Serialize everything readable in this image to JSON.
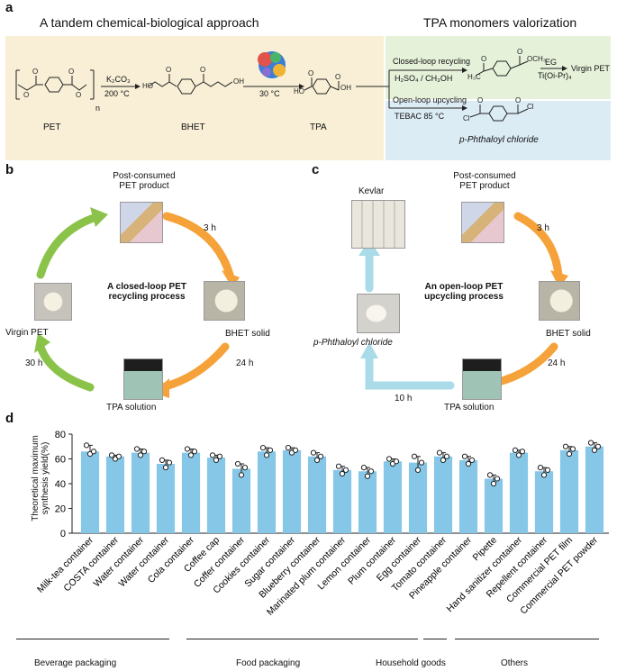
{
  "panel_a": {
    "letter": "a",
    "left_title": "A tandem chemical-biological approach",
    "right_title": "TPA monomers valorization",
    "labels": {
      "pet": "PET",
      "bhet": "BHET",
      "tpa": "TPA",
      "n": "n"
    },
    "step1": {
      "top": "K₂CO₃",
      "bottom": "200 °C"
    },
    "step2": {
      "bottom": "30 °C"
    },
    "closed": {
      "title": "Closed-loop recycling",
      "reagent": "H₂SO₄ / CH₃OH",
      "eg": "EG",
      "cat": "Ti(Oi-Pr)₄",
      "product": "Virgin PET"
    },
    "open": {
      "title": "Open-loop upcycling",
      "reagent": "TEBAC 85 °C",
      "product": "p-Phthaloyl chloride"
    },
    "colors": {
      "left_bg": "#f8efd6",
      "closed_bg": "#e6f1da",
      "open_bg": "#dcecf5"
    }
  },
  "panel_b": {
    "letter": "b",
    "top_label": "Post-consumed\nPET product",
    "center": "A closed-loop PET\nrecycling process",
    "bhet": "BHET solid",
    "tpa": "TPA solution",
    "virgin": "Virgin PET",
    "t1": "3 h",
    "t2": "24 h",
    "t3": "30 h"
  },
  "panel_c": {
    "letter": "c",
    "top_label": "Post-consumed\nPET product",
    "kevlar": "Kevlar",
    "center": "An open-loop PET\nupcycling process",
    "bhet": "BHET solid",
    "tpa": "TPA solution",
    "chloride": "p-Phthaloyl chloride",
    "t1": "3 h",
    "t2": "24 h",
    "t3": "10 h"
  },
  "panel_d": {
    "letter": "d",
    "groups": [
      "Beverage packaging",
      "Food packaging",
      "Household goods",
      "Others"
    ]
  },
  "chart_data": {
    "type": "bar",
    "ylabel": "Theoretical maximum\nsynthesis yield(%)",
    "ylim": [
      0,
      80
    ],
    "yticks": [
      0,
      20,
      40,
      60,
      80
    ],
    "categories": [
      "Milk-tea container",
      "COSTA container",
      "Water container",
      "Water container",
      "Cola container",
      "Coffee cap",
      "Coffer container",
      "Cookies container",
      "Sugar container",
      "Blueberry container",
      "Marinated plum container",
      "Lemon container",
      "Plum container",
      "Egg container",
      "Tomato container",
      "Pineapple container",
      "Pipette",
      "Hand sanitizer container",
      "Repellent container",
      "Commercial PET film",
      "Commercial PET powder"
    ],
    "values": [
      66,
      62,
      65,
      56,
      65,
      61,
      52,
      66,
      67,
      62,
      51,
      50,
      58,
      57,
      62,
      59,
      44,
      65,
      50,
      67,
      70
    ],
    "points": [
      [
        71,
        64,
        66
      ],
      [
        63,
        60,
        62
      ],
      [
        68,
        63,
        66
      ],
      [
        59,
        53,
        57
      ],
      [
        68,
        63,
        66
      ],
      [
        63,
        59,
        62
      ],
      [
        56,
        47,
        53
      ],
      [
        69,
        63,
        67
      ],
      [
        69,
        65,
        67
      ],
      [
        65,
        59,
        62
      ],
      [
        54,
        48,
        51
      ],
      [
        53,
        46,
        50
      ],
      [
        60,
        56,
        58
      ],
      [
        62,
        51,
        57
      ],
      [
        65,
        59,
        62
      ],
      [
        62,
        56,
        59
      ],
      [
        47,
        40,
        44
      ],
      [
        67,
        63,
        66
      ],
      [
        53,
        47,
        51
      ],
      [
        70,
        64,
        68
      ],
      [
        73,
        67,
        70
      ]
    ],
    "bar_color": "#86c7e8"
  }
}
